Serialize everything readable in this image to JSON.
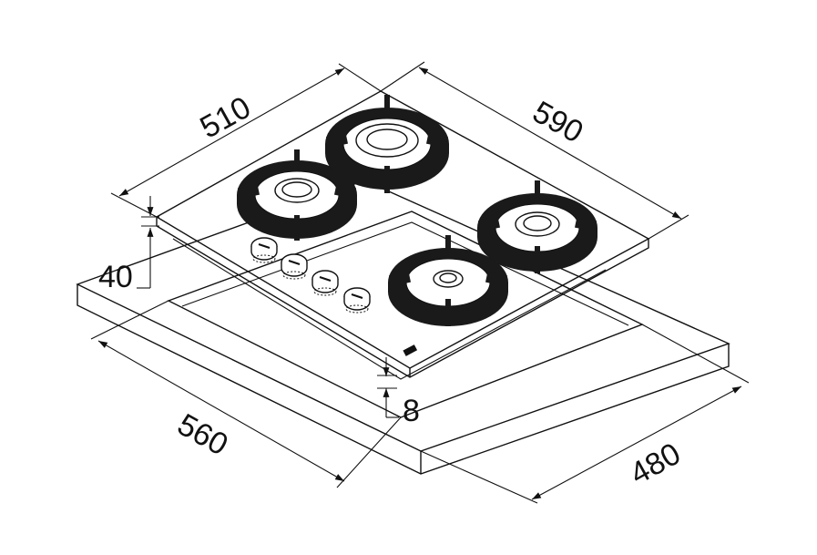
{
  "dimensions": {
    "width_top": "510",
    "depth_top": "590",
    "height": "40",
    "glass": "8",
    "cutout_width": "560",
    "cutout_depth": "480"
  },
  "burners": [
    {
      "name": "rear-left",
      "ring": "black"
    },
    {
      "name": "rear-center",
      "ring": "black"
    },
    {
      "name": "front-center",
      "ring": "black"
    },
    {
      "name": "front-right",
      "ring": "black"
    }
  ],
  "knobs_count": 4,
  "colors": {
    "line": "#111111",
    "grate": "#1a1a1a",
    "background": "#ffffff"
  }
}
